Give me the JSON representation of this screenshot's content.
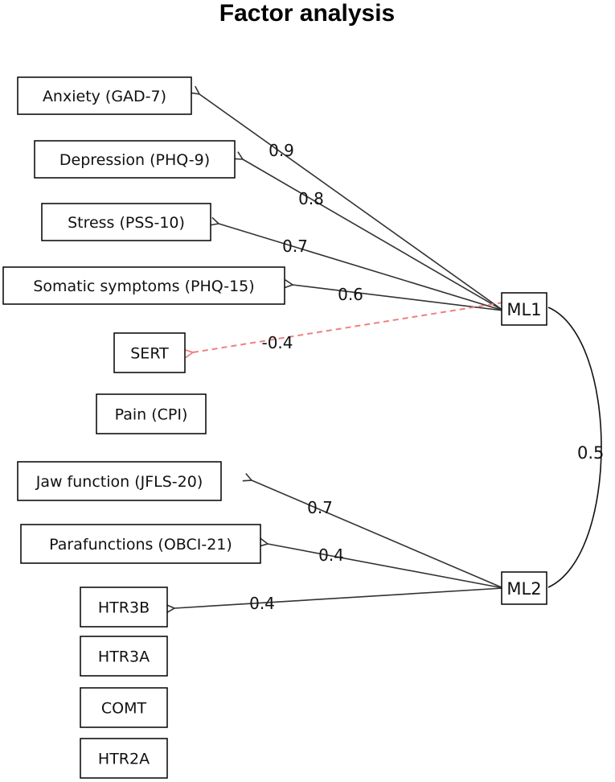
{
  "title": "Factor analysis",
  "variables": [
    {
      "id": "anxiety",
      "label": "Anxiety (GAD-7)"
    },
    {
      "id": "depression",
      "label": "Depression (PHQ-9)"
    },
    {
      "id": "stress",
      "label": "Stress (PSS-10)"
    },
    {
      "id": "somatic",
      "label": "Somatic symptoms (PHQ-15)"
    },
    {
      "id": "sert",
      "label": "SERT"
    },
    {
      "id": "pain",
      "label": "Pain (CPI)"
    },
    {
      "id": "jaw",
      "label": "Jaw function (JFLS-20)"
    },
    {
      "id": "parafunctions",
      "label": "Parafunctions (OBCI-21)"
    },
    {
      "id": "htr3b",
      "label": "HTR3B"
    },
    {
      "id": "htr3a",
      "label": "HTR3A"
    },
    {
      "id": "comt",
      "label": "COMT"
    },
    {
      "id": "htr2a",
      "label": "HTR2A"
    }
  ],
  "factors": [
    {
      "id": "ml1",
      "label": "ML1"
    },
    {
      "id": "ml2",
      "label": "ML2"
    }
  ],
  "loadings": [
    {
      "from": "ml1",
      "to": "anxiety",
      "value": "0.9",
      "negative": false
    },
    {
      "from": "ml1",
      "to": "depression",
      "value": "0.8",
      "negative": false
    },
    {
      "from": "ml1",
      "to": "stress",
      "value": "0.7",
      "negative": false
    },
    {
      "from": "ml1",
      "to": "somatic",
      "value": "0.6",
      "negative": false
    },
    {
      "from": "ml1",
      "to": "sert",
      "value": "-0.4",
      "negative": true
    },
    {
      "from": "ml2",
      "to": "jaw",
      "value": "0.7",
      "negative": false
    },
    {
      "from": "ml2",
      "to": "parafunctions",
      "value": "0.4",
      "negative": false
    },
    {
      "from": "ml2",
      "to": "htr3b",
      "value": "0.4",
      "negative": false
    }
  ],
  "factor_correlation": {
    "between": [
      "ml1",
      "ml2"
    ],
    "value": "0.5"
  },
  "colors": {
    "positive_edge": "#333333",
    "negative_edge": "#f08080"
  }
}
